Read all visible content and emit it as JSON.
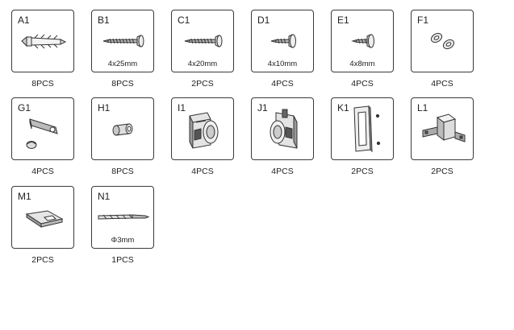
{
  "parts": [
    {
      "code": "A1",
      "size": "",
      "qty": "8PCS",
      "icon": "wall-anchor-icon"
    },
    {
      "code": "B1",
      "size": "4x25mm",
      "qty": "8PCS",
      "icon": "long-screw-icon"
    },
    {
      "code": "C1",
      "size": "4x20mm",
      "qty": "2PCS",
      "icon": "screw-icon"
    },
    {
      "code": "D1",
      "size": "4x10mm",
      "qty": "4PCS",
      "icon": "short-screw-icon"
    },
    {
      "code": "E1",
      "size": "4x8mm",
      "qty": "4PCS",
      "icon": "tiny-screw-icon"
    },
    {
      "code": "F1",
      "size": "",
      "qty": "4PCS",
      "icon": "washer-icon"
    },
    {
      "code": "G1",
      "size": "",
      "qty": "4PCS",
      "icon": "bracket-cap-icon"
    },
    {
      "code": "H1",
      "size": "",
      "qty": "8PCS",
      "icon": "bushing-icon"
    },
    {
      "code": "I1",
      "size": "",
      "qty": "4PCS",
      "icon": "roller-left-icon"
    },
    {
      "code": "J1",
      "size": "",
      "qty": "4PCS",
      "icon": "roller-right-icon"
    },
    {
      "code": "K1",
      "size": "",
      "qty": "2PCS",
      "icon": "handle-icon"
    },
    {
      "code": "L1",
      "size": "",
      "qty": "2PCS",
      "icon": "corner-connector-icon"
    },
    {
      "code": "M1",
      "size": "",
      "qty": "2PCS",
      "icon": "clip-icon"
    },
    {
      "code": "N1",
      "size": "Φ3mm",
      "qty": "1PCS",
      "icon": "drill-bit-icon"
    }
  ]
}
